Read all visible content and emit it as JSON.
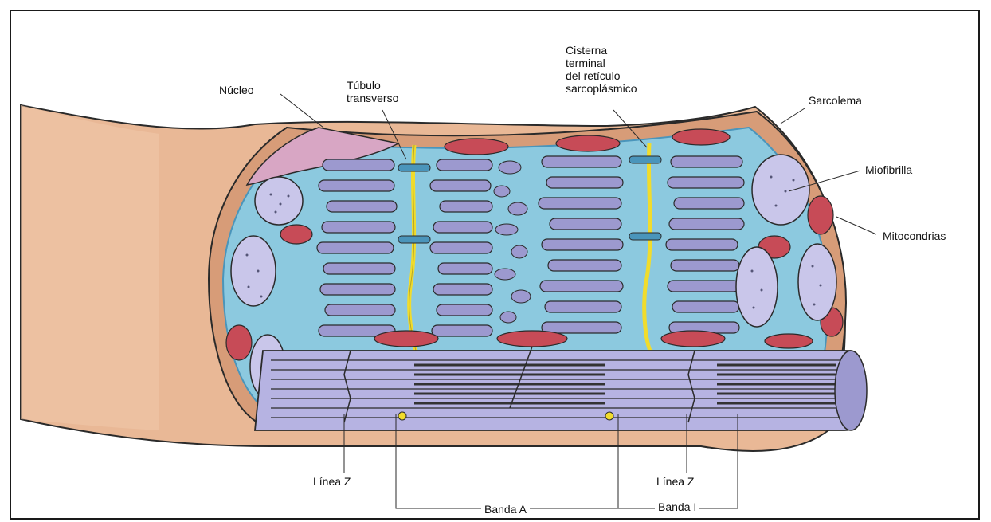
{
  "labels": {
    "nucleo": "Núcleo",
    "tubulo": "Túbulo\ntransverso",
    "cisterna": "Cisterna\nterminal\ndel retículo\nsarcoplásmico",
    "sarcolema": "Sarcolema",
    "miofibrilla": "Miofibrilla",
    "mitocondrias": "Mitocondrias",
    "linea_z_left": "Línea Z",
    "linea_z_right": "Línea Z",
    "banda_a": "Banda A",
    "banda_i": "Banda I"
  },
  "colors": {
    "skin": "#e9b896",
    "skin_dark": "#d79c78",
    "reticulum": "#8cc9df",
    "reticulum_dark": "#4a95bb",
    "myofibril": "#9c99cf",
    "myofibril_light": "#c9c6ea",
    "mitochondria": "#c74b57",
    "t_tubule": "#f1dc2c",
    "nucleus": "#d8a6c4",
    "outline": "#2a2a2a"
  }
}
